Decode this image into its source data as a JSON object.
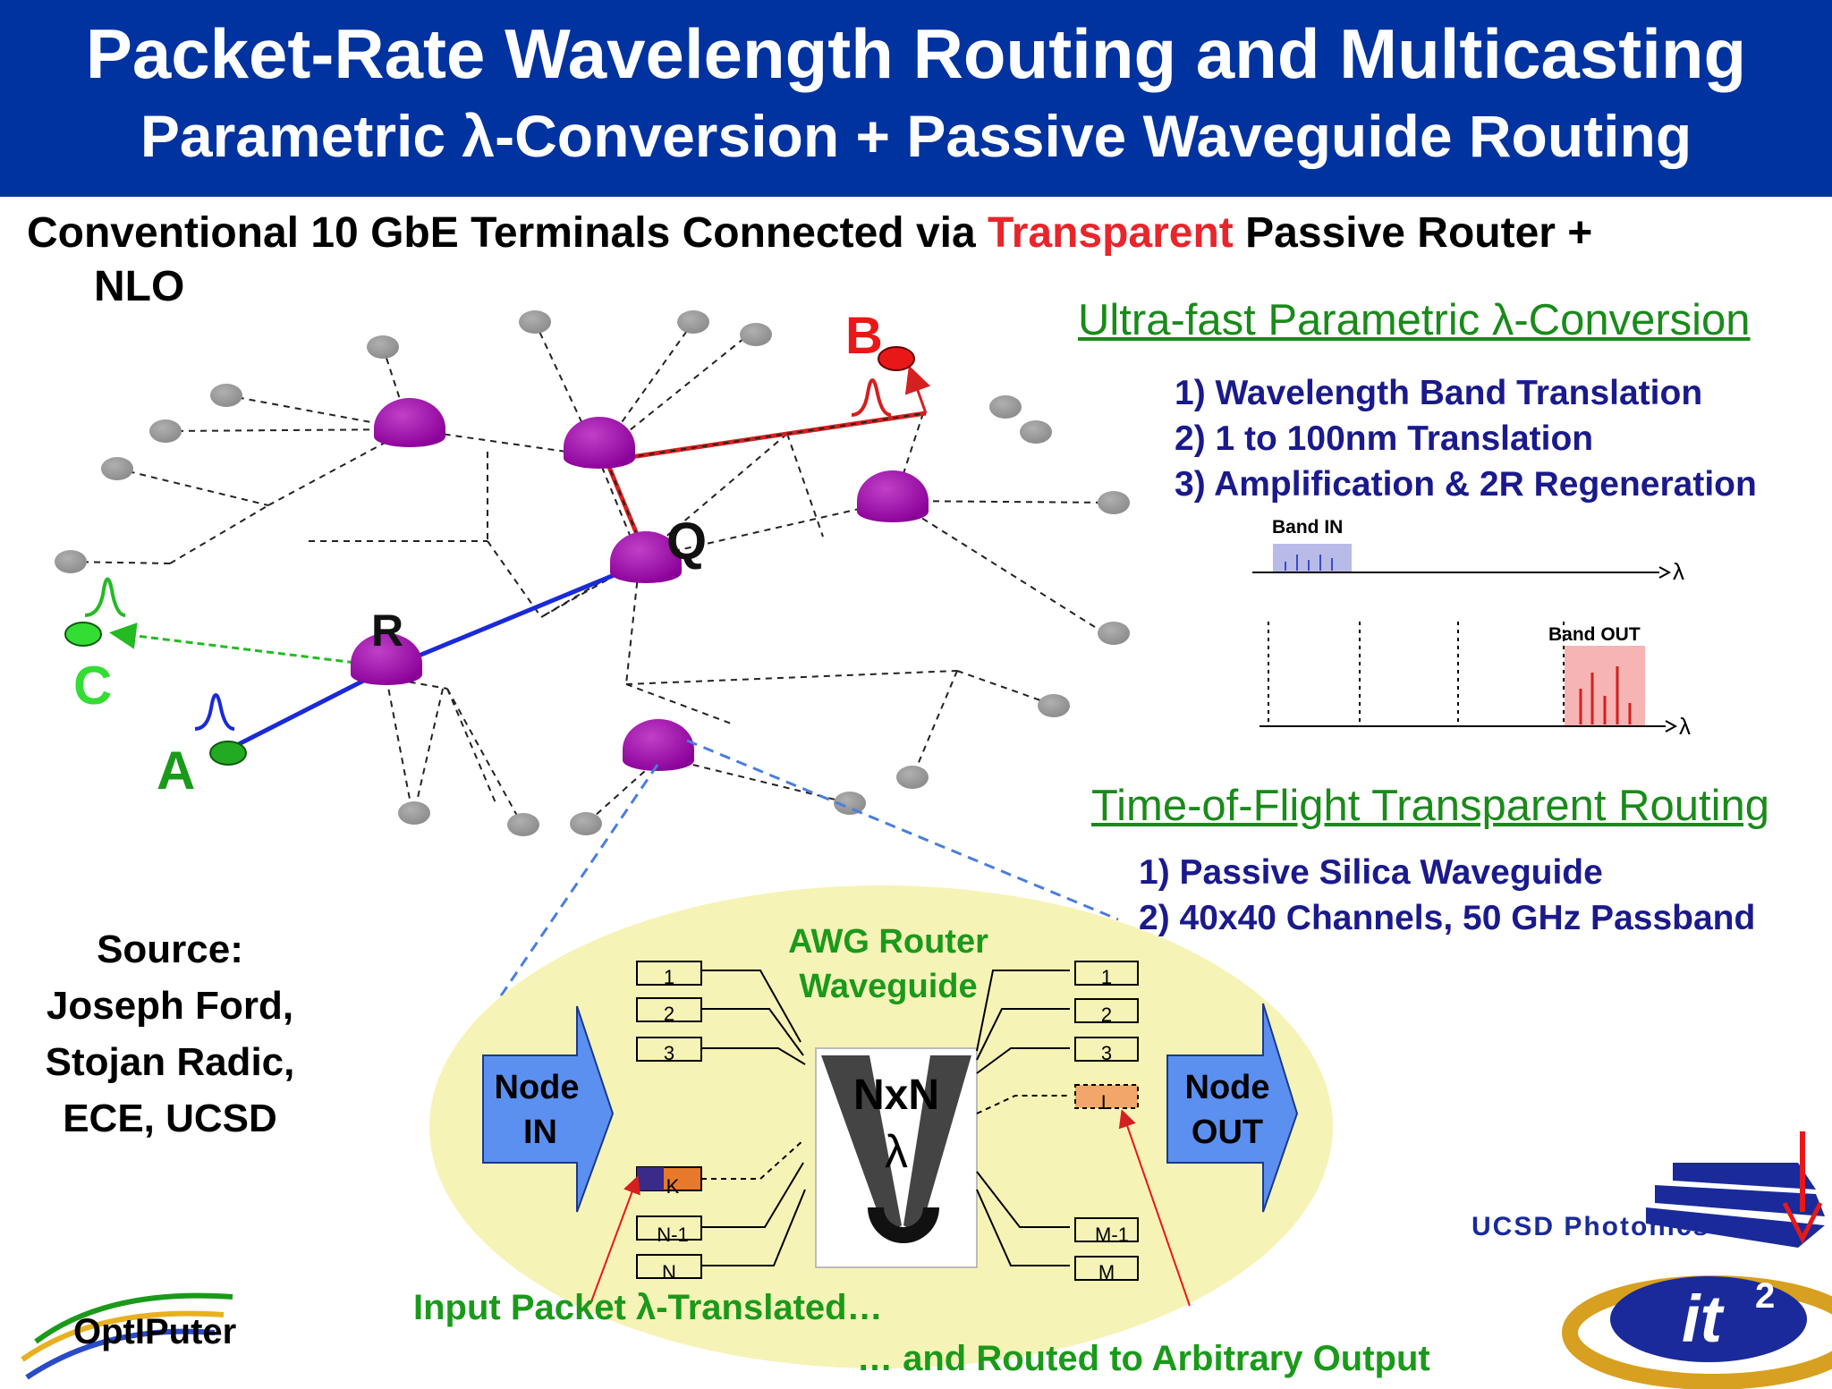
{
  "header": {
    "title": "Packet-Rate Wavelength Routing and Multicasting",
    "subtitle": "Parametric λ-Conversion + Passive Waveguide Routing"
  },
  "intro": {
    "part1": "Conventional 10 GbE Terminals Connected via ",
    "highlight": "Transparent",
    "part2": " Passive Router +",
    "line2": "NLO"
  },
  "conversion": {
    "heading": "Ultra-fast Parametric λ-Conversion",
    "items": [
      "1) Wavelength Band Translation",
      "2) 1 to 100nm Translation",
      "3) Amplification & 2R Regeneration"
    ],
    "band_in_label": "Band IN",
    "band_out_label": "Band OUT",
    "lambda_symbol": "λ"
  },
  "routing": {
    "heading": "Time-of-Flight Transparent Routing",
    "items": [
      "1) Passive Silica Waveguide",
      "2) 40x40 Channels, 50 GHz Passband"
    ]
  },
  "network": {
    "label_a": "A",
    "label_b": "B",
    "label_c": "C",
    "label_q": "Q",
    "label_r": "R"
  },
  "source": {
    "lines": [
      "Source:",
      "Joseph Ford,",
      "Stojan Radic,",
      "ECE, UCSD"
    ]
  },
  "router": {
    "awg_label_1": "AWG Router",
    "awg_label_2": "Waveguide",
    "node_in_1": "Node",
    "node_in_2": "IN",
    "node_out_1": "Node",
    "node_out_2": "OUT",
    "nxn": "NxN",
    "lambda": "λ",
    "inputs": [
      "1",
      "2",
      "3",
      "K",
      "N-1",
      "N"
    ],
    "outputs": [
      "1",
      "2",
      "3",
      "L",
      "M-1",
      "M"
    ],
    "caption_input": "Input Packet λ-Translated…",
    "caption_output": "… and Routed to Arbitrary Output"
  },
  "logos": {
    "optiputer": "OptIPuter",
    "ucsd_photonics": "UCSD Photonics",
    "it2": "it"
  },
  "colors": {
    "header_bg": "#0033a0",
    "router_node": "#9a0aa8",
    "terminal": "#9a9a9a",
    "green_text": "#1a9a1a",
    "navy_text": "#1a1a8c",
    "path_red": "#d42020",
    "path_blue": "#1a2ad8",
    "path_green": "#22bb22",
    "ellipse_fill": "#f6f3b6"
  }
}
